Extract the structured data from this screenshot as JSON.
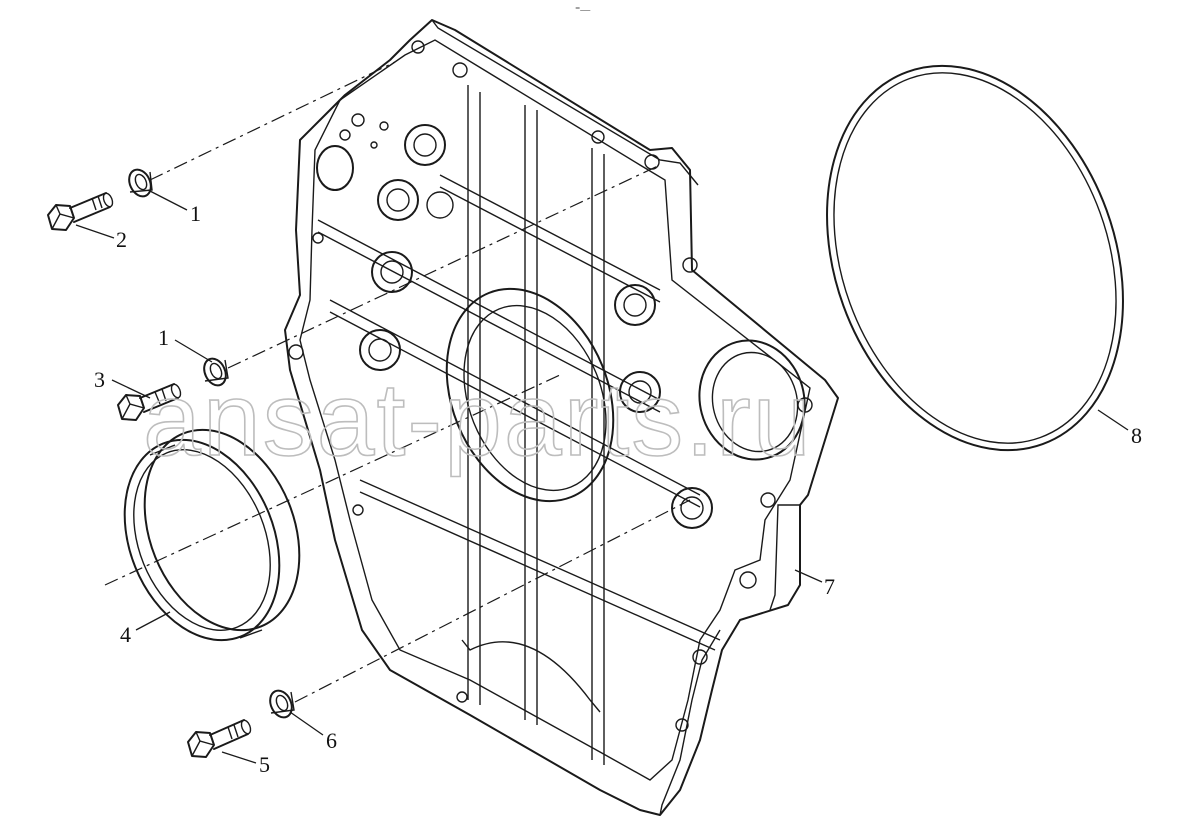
{
  "diagram": {
    "header_mark": "⁼—",
    "watermark": "ansat-parts.ru",
    "callouts": [
      {
        "id": "c1a",
        "label": "1"
      },
      {
        "id": "c2",
        "label": "2"
      },
      {
        "id": "c1b",
        "label": "1"
      },
      {
        "id": "c3",
        "label": "3"
      },
      {
        "id": "c4",
        "label": "4"
      },
      {
        "id": "c5",
        "label": "5"
      },
      {
        "id": "c6",
        "label": "6"
      },
      {
        "id": "c7",
        "label": "7"
      },
      {
        "id": "c8",
        "label": "8"
      }
    ]
  }
}
